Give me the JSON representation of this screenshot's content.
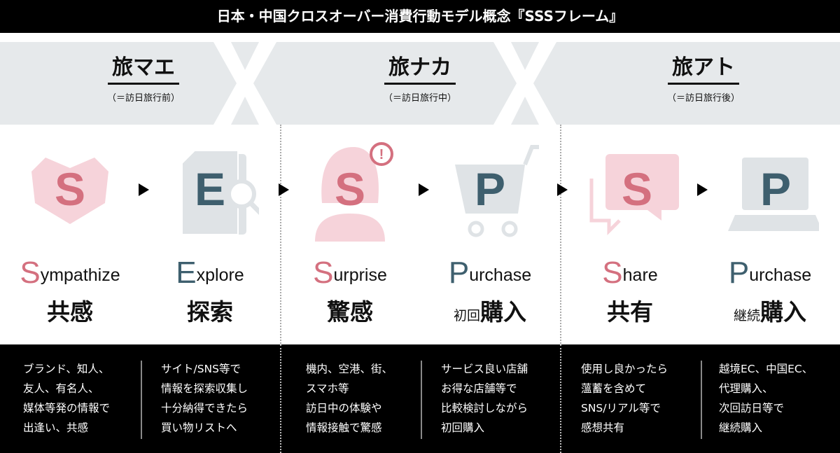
{
  "title": "日本・中国クロスオーバー消費行動モデル概念『SSSフレーム』",
  "phases": [
    {
      "title": "旅マエ",
      "sub": "（＝訪日旅行前）"
    },
    {
      "title": "旅ナカ",
      "sub": "（＝訪日旅行中）"
    },
    {
      "title": "旅アト",
      "sub": "（＝訪日旅行後）"
    }
  ],
  "colors": {
    "pink": "#d4707f",
    "pink_light": "#f6d3da",
    "slate": "#3e5f6e",
    "gray_light": "#dfe3e6"
  },
  "steps": [
    {
      "icon": "heart-icon",
      "letter": "S",
      "initial": "S",
      "rest": "ympathize",
      "jp_small": "",
      "jp": "共感",
      "desc": "ブランド、知人、\n友人、有名人、\n媒体等発の情報で\n出逢い、共感"
    },
    {
      "icon": "document-search-icon",
      "letter": "E",
      "initial": "E",
      "rest": "xplore",
      "jp_small": "",
      "jp": "探索",
      "desc": "サイト/SNS等で\n情報を探索収集し\n十分納得できたら\n買い物リストへ"
    },
    {
      "icon": "surprised-person-icon",
      "letter": "S",
      "initial": "S",
      "rest": "urprise",
      "jp_small": "",
      "jp": "驚感",
      "desc": "機内、空港、街、\nスマホ等\n訪日中の体験や\n情報接触で驚感"
    },
    {
      "icon": "shopping-cart-icon",
      "letter": "P",
      "initial": "P",
      "rest": "urchase",
      "jp_small": "初回",
      "jp": "購入",
      "desc": "サービス良い店舗\nお得な店舗等で\n比較検討しながら\n初回購入"
    },
    {
      "icon": "chat-bubble-icon",
      "letter": "S",
      "initial": "S",
      "rest": "hare",
      "jp_small": "",
      "jp": "共有",
      "desc": "使用し良かったら\n薀蓄を含めて\nSNS/リアル等で\n感想共有"
    },
    {
      "icon": "laptop-icon",
      "letter": "P",
      "initial": "P",
      "rest": "urchase",
      "jp_small": "継続",
      "jp": "購入",
      "desc": "越境EC、中国EC、\n代理購入、\n次回訪日等で\n継続購入"
    }
  ]
}
